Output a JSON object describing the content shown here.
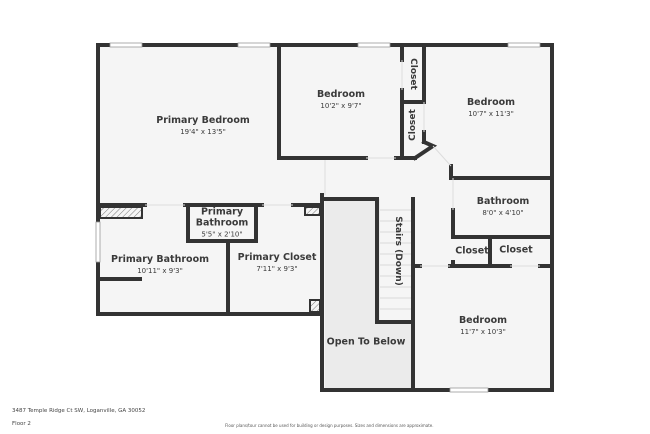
{
  "plan": {
    "floor_label": "Floor 2",
    "address": "3487 Temple Ridge Ct SW, Loganville, GA 30052",
    "disclaimer": "Floor plans/tour cannot be used for building or design purposes. Sizes and dimensions are approximate.",
    "colors": {
      "wall": "#333333",
      "floor": "#f5f5f5",
      "open_to_below": "#ebebeb",
      "background": "#ffffff"
    }
  },
  "rooms": [
    {
      "id": "primary-bedroom",
      "name": "Primary Bedroom",
      "dims": "19'4\" x 13'5\""
    },
    {
      "id": "bedroom-1",
      "name": "Bedroom",
      "dims": "10'2\" x 9'7\""
    },
    {
      "id": "bedroom-2",
      "name": "Bedroom",
      "dims": "10'7\" x 11'3\""
    },
    {
      "id": "bathroom",
      "name": "Bathroom",
      "dims": "8'0\" x 4'10\""
    },
    {
      "id": "primary-bathroom-small-name",
      "name": "Primary",
      "name2": "Bathroom",
      "dims": "5'5\" x 2'10\""
    },
    {
      "id": "primary-bathroom",
      "name": "Primary Bathroom",
      "dims": "10'11\" x 9'3\""
    },
    {
      "id": "primary-closet",
      "name": "Primary Closet",
      "dims": "7'11\" x 9'3\""
    },
    {
      "id": "bedroom-3",
      "name": "Bedroom",
      "dims": "11'7\" x 10'3\""
    },
    {
      "id": "open-to-below",
      "name": "Open To Below"
    },
    {
      "id": "stairs",
      "name": "Stairs",
      "name2": "(Down)"
    },
    {
      "id": "closet-top",
      "name": "Closet"
    },
    {
      "id": "closet-mid",
      "name": "Closet"
    },
    {
      "id": "closet-left",
      "name": "Closet"
    },
    {
      "id": "closet-right",
      "name": "Closet"
    }
  ]
}
